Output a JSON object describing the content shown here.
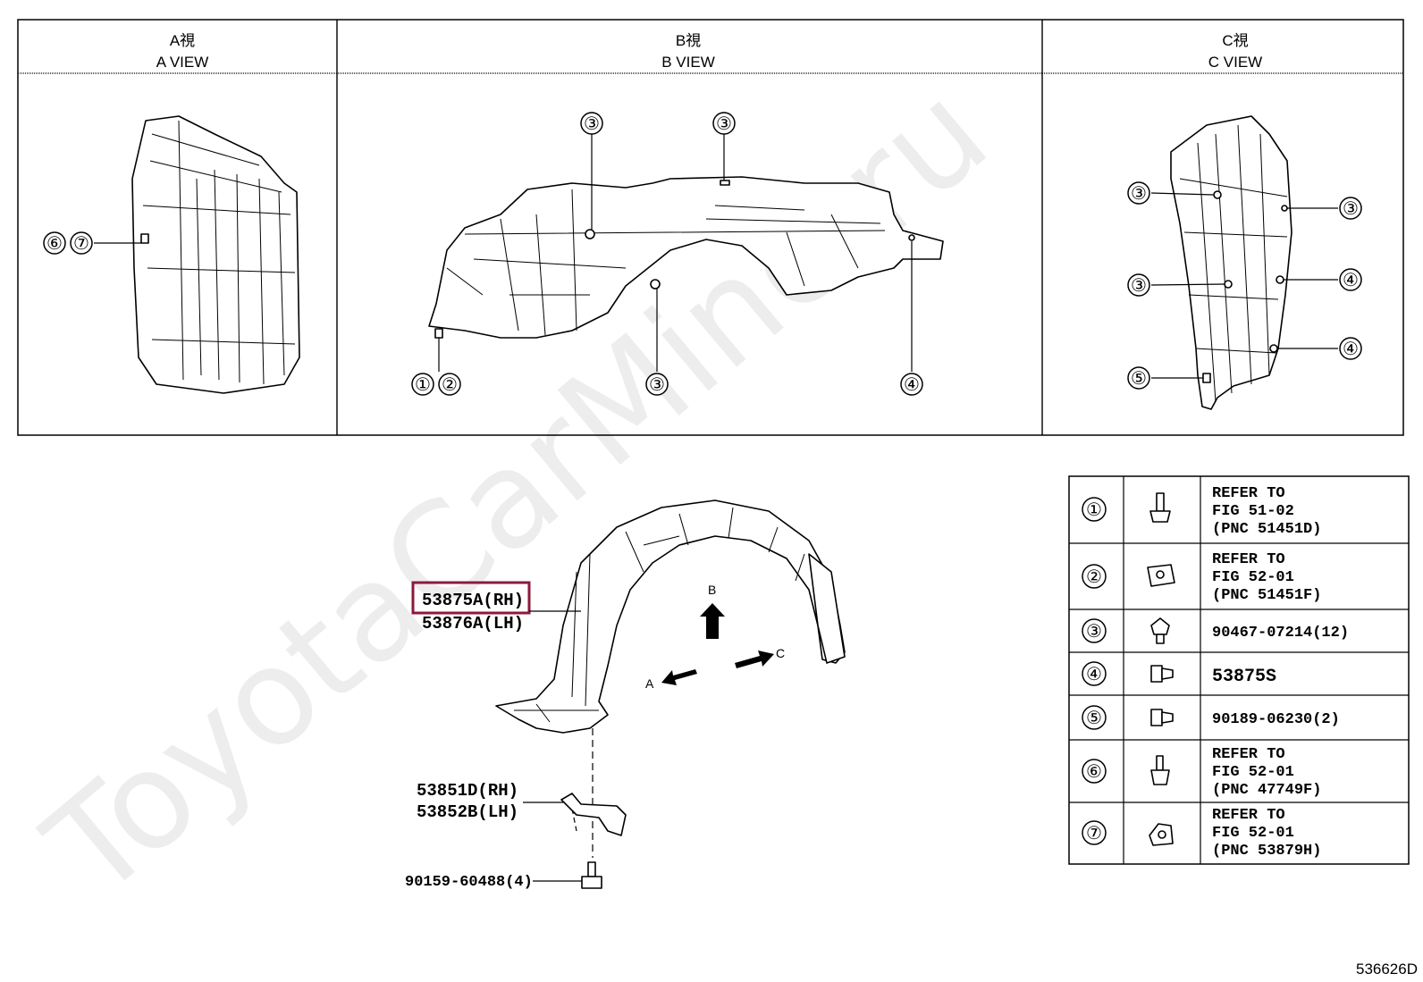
{
  "views": [
    {
      "title_jp": "A視",
      "title_en": "A VIEW"
    },
    {
      "title_jp": "B視",
      "title_en": "B VIEW"
    },
    {
      "title_jp": "C視",
      "title_en": "C VIEW"
    }
  ],
  "callouts": {
    "one": "①",
    "two": "②",
    "three": "③",
    "four": "④",
    "five": "⑤",
    "six": "⑥",
    "seven": "⑦"
  },
  "parts": {
    "liner_rh": "53875A(RH)",
    "liner_lh": "53876A(LH)",
    "seal_rh": "53851D(RH)",
    "seal_lh": "53852B(LH)",
    "bolt": "90159-60488(4)"
  },
  "arrows": {
    "a": "A",
    "b": "B",
    "c": "C"
  },
  "legend_rows": [
    {
      "num": "①",
      "lines": [
        "REFER TO",
        "FIG 51-02",
        "(PNC 51451D)"
      ]
    },
    {
      "num": "②",
      "lines": [
        "REFER TO",
        "FIG 52-01",
        "(PNC 51451F)"
      ]
    },
    {
      "num": "③",
      "lines": [
        "90467-07214(12)"
      ]
    },
    {
      "num": "④",
      "lines": [
        "53875S"
      ]
    },
    {
      "num": "⑤",
      "lines": [
        "90189-06230(2)"
      ]
    },
    {
      "num": "⑥",
      "lines": [
        "REFER TO",
        "FIG 52-01",
        "(PNC 47749F)"
      ]
    },
    {
      "num": "⑦",
      "lines": [
        "REFER TO",
        "FIG 52-01",
        "(PNC 53879H)"
      ]
    }
  ],
  "highlight_color": "#8b1a3a",
  "watermark": "ToyotaCarMine.ru",
  "figure_id": "536626D"
}
